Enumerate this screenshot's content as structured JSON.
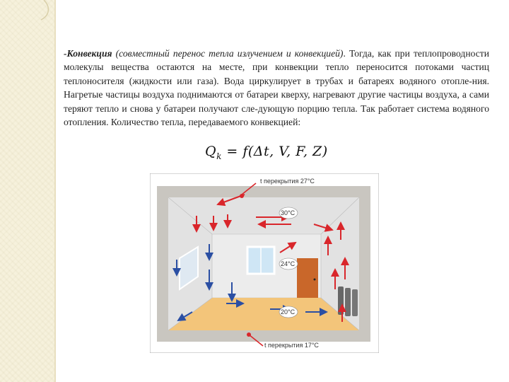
{
  "paragraph": {
    "term": "-Конвекция",
    "parenthetical": "(совместный перенос тепла излучением и конвекцией)",
    "body": ". Тогда, как при теплопроводности молекулы вещества остаются на месте, при конвекции тепло переносится потоками частиц теплоносителя (жидкости или газа). Вода циркулирует в трубах и батареях водяного отопле-ния. Нагретые частицы воздуха поднимаются от батареи кверху, нагревают другие частицы воздуха, а сами теряют тепло и снова у батареи получают сле-дующую порцию тепла. Так работает система водяного отопления. Количество тепла, передаваемого конвекцией:"
  },
  "formula": {
    "lhs": "Q",
    "sub": "k",
    "rhs": " = f(Δt, V, F, Z)"
  },
  "figure": {
    "ceiling_label": "t перекрытия 27°C",
    "floor_label": "t перекрытия 17°C",
    "temp_top": "30°C",
    "temp_mid": "24°C",
    "temp_bottom": "20°C",
    "colors": {
      "hot": "#d9262b",
      "cold": "#2b4fa3",
      "slab": "#c9c6c0",
      "room": "#d9d9d9",
      "floor": "#f3c57a",
      "door": "#c9672a",
      "window": "#cfe6f5"
    }
  }
}
